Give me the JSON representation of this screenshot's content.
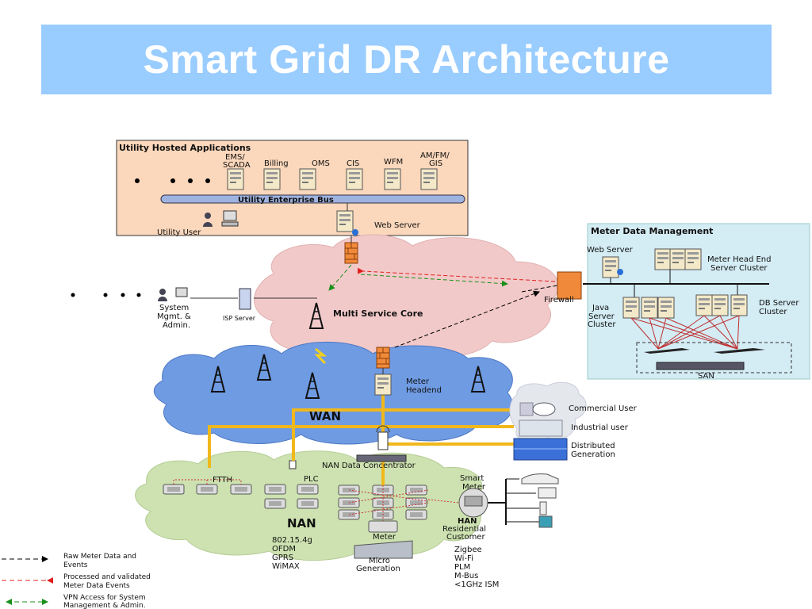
{
  "title": "Smart Grid DR Architecture",
  "utility": {
    "heading": "Utility Hosted Applications",
    "apps": [
      "EMS/",
      "SCADA",
      "Billing",
      "OMS",
      "CIS",
      "WFM",
      "AM/FM/",
      "GIS"
    ],
    "bus": "Utility Enterprise Bus",
    "utility_user": "Utility User",
    "web_server": "Web Server"
  },
  "mdm": {
    "heading": "Meter Data Management",
    "web_server": "Web Server",
    "head_end": [
      "Meter Head End",
      "Server Cluster"
    ],
    "java": [
      "Java",
      "Server",
      "Cluster"
    ],
    "db": [
      "DB Server",
      "Cluster"
    ],
    "firewall": "Firewall",
    "san": "SAN"
  },
  "core": {
    "label": "Multi Service Core",
    "system": [
      "System",
      "Mgmt. &",
      "Admin."
    ],
    "isp": "ISP Server"
  },
  "wan": {
    "label": "WAN",
    "meter_headend": [
      "Meter",
      "Headend"
    ]
  },
  "customers": {
    "commercial": "Commercial User",
    "industrial": "Industrial user",
    "distributed": [
      "Distributed",
      "Generation"
    ]
  },
  "nan": {
    "label": "NAN",
    "concentrator": "NAN Data Concentrator",
    "ftth": "FTTH",
    "plc": "PLC",
    "meter": "Meter",
    "techs": [
      "802.15.4g",
      "OFDM",
      "GPRS",
      "WiMAX"
    ],
    "micro": [
      "Micro",
      "Generation"
    ]
  },
  "han": {
    "smart_meter": [
      "Smart",
      "Meter"
    ],
    "label": "HAN",
    "residential": [
      "Residential",
      "Customer"
    ],
    "techs": [
      "Zigbee",
      "Wi-Fi",
      "PLM",
      "M-Bus",
      "<1GHz ISM"
    ]
  },
  "legend": [
    {
      "text": [
        "Raw Meter Data and",
        "Events"
      ],
      "color": "#000000"
    },
    {
      "text": [
        "Processed and validated",
        "Meter Data Events"
      ],
      "color": "#e02020"
    },
    {
      "text": [
        "VPN Access for System",
        "Management & Admin."
      ],
      "color": "#1a8f1a"
    }
  ]
}
